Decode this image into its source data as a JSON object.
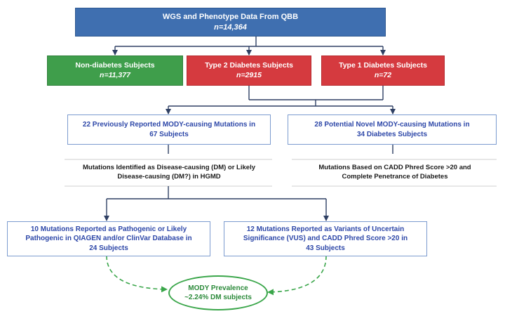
{
  "top": {
    "title": "WGS and Phenotype Data From QBB",
    "n": "n=14,364"
  },
  "groups": [
    {
      "label": "Non-diabetes Subjects",
      "n": "n=11,377"
    },
    {
      "label": "Type 2 Diabetes Subjects",
      "n": "n=2915"
    },
    {
      "label": "Type 1 Diabetes Subjects",
      "n": "n=72"
    }
  ],
  "left_branch": {
    "line1": "22 Previously Reported MODY-causing Mutations in",
    "line2": "67 Subjects"
  },
  "right_branch": {
    "line1": "28 Potential Novel MODY-causing Mutations in",
    "line2": "34 Diabetes Subjects"
  },
  "hgmd": {
    "line1": "Mutations Identified as Disease-causing (DM) or Likely",
    "line2": "Disease-causing (DM?) in HGMD"
  },
  "cadd": {
    "line1": "Mutations Based on CADD Phred Score >20 and",
    "line2": "Complete Penetrance of Diabetes"
  },
  "pathogenic": {
    "line1": "10 Mutations Reported as Pathogenic or Likely",
    "line2": "Pathogenic in QIAGEN and/or ClinVar Database in",
    "line3": "24 Subjects"
  },
  "vus": {
    "line1": "12 Mutations Reported as Variants of Uncertain",
    "line2": "Significance (VUS) and CADD Phred Score >20 in",
    "line3": "43 Subjects"
  },
  "result": {
    "line1": "MODY Prevalence",
    "line2": "~2.24% DM subjects"
  },
  "colors": {
    "header": "#3f6fb0",
    "green": "#3f9e4b",
    "red": "#d53a3f",
    "blue_text": "#2d47a8",
    "connector": "#2e3f63",
    "dashed": "#3aa64a"
  }
}
